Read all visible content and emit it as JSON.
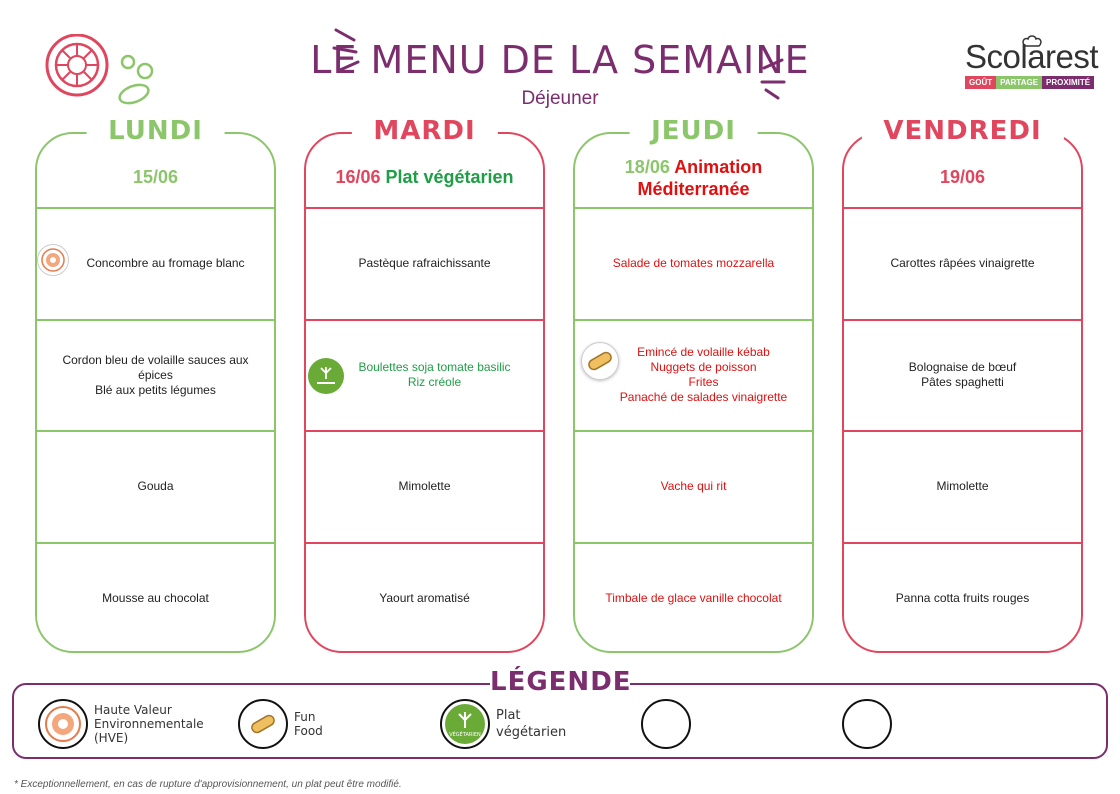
{
  "header": {
    "title": "LE MENU DE LA SEMAINE",
    "subtitle": "Déjeuner",
    "brand": {
      "name": "Scolarest",
      "tags": [
        "GOÛT",
        "PARTAGE",
        "PROXIMITÉ"
      ]
    }
  },
  "days": [
    {
      "name": "LUNDI",
      "date": "15/06",
      "extra": "",
      "extra2": "",
      "rows": [
        {
          "lines": [
            "Concombre au fromage blanc"
          ],
          "icon": "hve-icon"
        },
        {
          "lines": [
            "Cordon bleu de volaille sauces aux épices",
            "Blé aux petits légumes"
          ]
        },
        {
          "lines": [
            "Gouda"
          ]
        },
        {
          "lines": [
            "Mousse au chocolat"
          ]
        }
      ]
    },
    {
      "name": "MARDI",
      "date": "16/06",
      "extra": "Plat végétarien",
      "extra2": "",
      "rows": [
        {
          "lines": [
            "Pastèque rafraichissante"
          ]
        },
        {
          "lines": [
            "Boulettes soja tomate basilic",
            "Riz créole"
          ],
          "icon": "vegetarian-icon"
        },
        {
          "lines": [
            "Mimolette"
          ]
        },
        {
          "lines": [
            "Yaourt aromatisé"
          ]
        }
      ]
    },
    {
      "name": "JEUDI",
      "date": "18/06",
      "extra": "Animation",
      "extra2": "Méditerranée",
      "rows": [
        {
          "lines": [
            "Salade de tomates mozzarella"
          ]
        },
        {
          "lines": [
            "Emincé de volaille kébab",
            "Nuggets de poisson",
            "Frites",
            "Panaché de salades vinaigrette"
          ],
          "icon": "fun-food-icon"
        },
        {
          "lines": [
            "Vache qui rit"
          ]
        },
        {
          "lines": [
            "Timbale de glace vanille chocolat"
          ]
        }
      ]
    },
    {
      "name": "VENDREDI",
      "date": "19/06",
      "extra": "",
      "extra2": "",
      "rows": [
        {
          "lines": [
            "Carottes râpées vinaigrette"
          ]
        },
        {
          "lines": [
            "Bolognaise de bœuf",
            "Pâtes spaghetti"
          ]
        },
        {
          "lines": [
            "Mimolette"
          ]
        },
        {
          "lines": [
            "Panna cotta fruits rouges"
          ]
        }
      ]
    }
  ],
  "legend": {
    "title": "LÉGENDE",
    "items": [
      {
        "label_lines": [
          "Haute Valeur",
          "Environnementale",
          "(HVE)"
        ],
        "icon": "hve-icon"
      },
      {
        "label_lines": [
          "Fun",
          "Food"
        ],
        "icon": "fun-food-icon"
      },
      {
        "label_lines": [
          "Plat",
          "végétarien"
        ],
        "icon": "vegetarian-icon",
        "badge": "VÉGÉTARIEN"
      },
      {
        "label_lines": [],
        "icon": "empty-circle"
      },
      {
        "label_lines": [],
        "icon": "empty-circle"
      }
    ]
  },
  "footnote": "* Exceptionnellement, en cas de rupture d'approvisionnement, un plat peut être modifié.",
  "colors": {
    "purple": "#7b2d6e",
    "green": "#8cc66b",
    "pink": "#e0465d",
    "veg_green": "#1f9e46",
    "red": "#e01010"
  }
}
